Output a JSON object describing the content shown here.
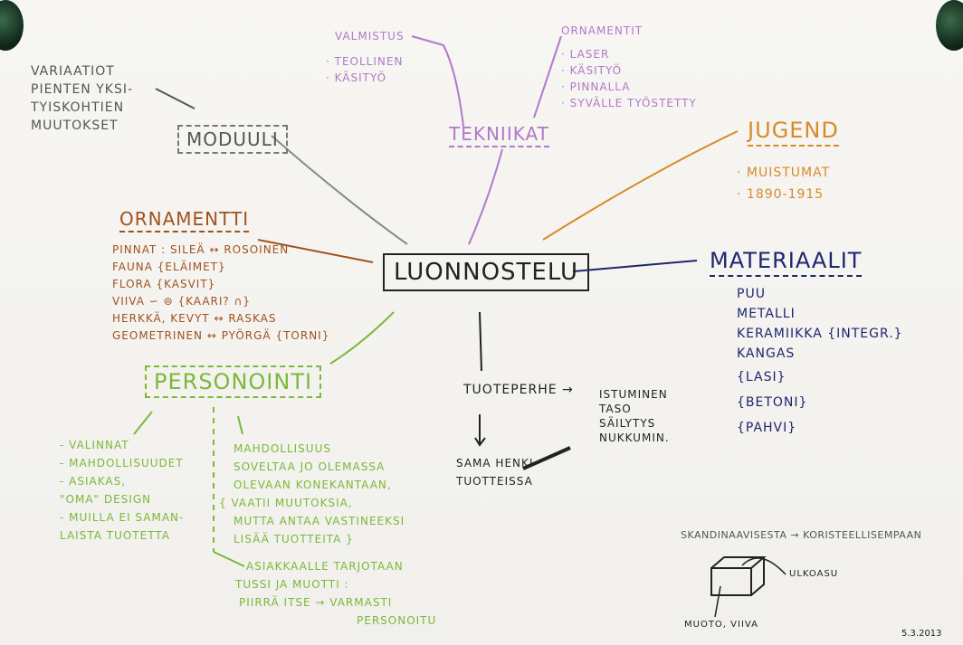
{
  "center": "LUONNOSTELU",
  "variaatiot": [
    "VARIAATIOT",
    "PIENTEN YKSI-",
    "TYISKOHTIEN",
    "MUUTOKSET"
  ],
  "moduuli": "MODUULI",
  "valmistus": {
    "title": "VALMISTUS",
    "items": [
      "TEOLLINEN",
      "KÄSITYÖ"
    ]
  },
  "ornamentit": {
    "title": "ORNAMENTIT",
    "items": [
      "LASER",
      "KÄSITYÖ",
      "PINNALLA",
      "SYVÄLLE TYÖSTETTY"
    ]
  },
  "tekniikat": "TEKNIIKAT",
  "jugend": {
    "title": "JUGEND",
    "items": [
      "MUISTUMAT",
      "1890-1915"
    ]
  },
  "ornamentti": {
    "title": "ORNAMENTTI",
    "items": [
      "PINNAT : SILEÄ ↔ ROSOINEN",
      "FAUNA {ELÄIMET}",
      "FLORA {KASVIT}",
      "VIIVA ∽ ⊚ {KAARI? ∩}",
      "HERKKÄ, KEVYT ↔ RASKAS",
      "GEOMETRINEN ↔ PYÖRGÄ {TORNI}"
    ]
  },
  "materiaalit": {
    "title": "MATERIAALIT",
    "items": [
      "PUU",
      "METALLI",
      "KERAMIIKKA {INTEGR.}",
      "KANGAS",
      "{LASI}",
      "{BETONI}",
      "{PAHVI}"
    ]
  },
  "personointi": "PERSONOINTI",
  "personointi_left": [
    "- VALINNAT",
    "- MAHDOLLISUUDET",
    "- ASIAKAS,",
    "\"OMA\" DESIGN",
    "- MUILLA EI SAMAN-",
    "LAISTA TUOTETTA"
  ],
  "personointi_mid": [
    "MAHDOLLISUUS",
    "SOVELTAA JO OLEMASSA",
    "OLEVAAN KONEKANTAAN,",
    "{ VAATII MUUTOKSIA,",
    "MUTTA ANTAA VASTINEEKSI",
    "LISÄÄ TUOTTEITA }"
  ],
  "personointi_bottom": [
    "ASIAKKAALLE TARJOTAAN",
    "TUSSI JA MUOTTI :",
    "PIIRRÄ ITSE → VARMASTI",
    "PERSONOITU"
  ],
  "tuoteperhe": "TUOTEPERHE →",
  "tuoteperhe_list": [
    "ISTUMINEN",
    "TASO",
    "SÄILYTYS",
    "NUKKUMIN."
  ],
  "sama_henki": [
    "SAMA HENKI",
    "TUOTTEISSA"
  ],
  "skandinaavisesta": "SKANDINAAVISESTA → KORISTEELLISEMPAAN",
  "ulkoasu": "ULKOASU",
  "muoto": "MUOTO, VIIVA",
  "date": "5.3.2013",
  "colors": {
    "orange": "#d88a2a",
    "brown": "#a0521e",
    "navy": "#1e2570",
    "green": "#7cb83a",
    "purple": "#b07ac8"
  }
}
